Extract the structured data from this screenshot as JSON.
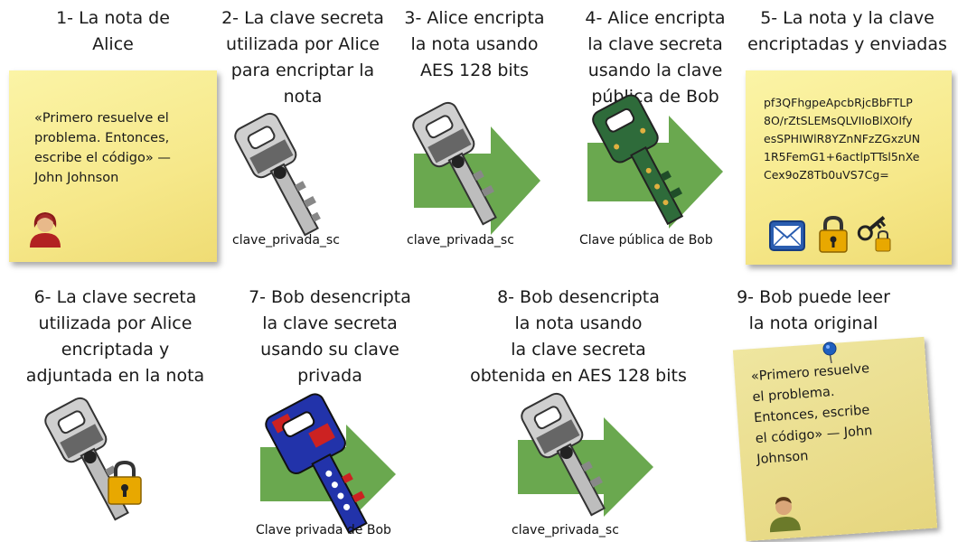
{
  "steps": [
    {
      "title_lines": [
        "1- La nota de",
        "Alice"
      ]
    },
    {
      "title_lines": [
        "2- La clave secreta",
        "utilizada por Alice",
        "para encriptar la",
        "nota"
      ],
      "caption": "clave_privada_sc"
    },
    {
      "title_lines": [
        "3- Alice encripta",
        "la nota usando",
        "AES 128 bits"
      ],
      "caption": "clave_privada_sc"
    },
    {
      "title_lines": [
        "4- Alice encripta",
        "la clave secreta",
        "usando la clave",
        "pública de Bob"
      ],
      "caption": "Clave pública de Bob"
    },
    {
      "title_lines": [
        "5- La nota y la clave",
        "encriptadas y enviadas"
      ]
    },
    {
      "title_lines": [
        "6- La clave secreta",
        "utilizada por Alice",
        "encriptada  y",
        "adjuntada en la nota"
      ]
    },
    {
      "title_lines": [
        "7- Bob desencripta",
        "la clave secreta",
        "usando su clave",
        "privada"
      ],
      "caption": "Clave privada de Bob"
    },
    {
      "title_lines": [
        "8- Bob desencripta",
        "la nota usando",
        "la clave secreta",
        "obtenida en AES 128 bits"
      ],
      "caption": "clave_privada_sc"
    },
    {
      "title_lines": [
        "9- Bob puede leer",
        "la nota original"
      ]
    }
  ],
  "alice_note": {
    "lines": [
      "«Primero resuelve el",
      "problema. Entonces,",
      "escribe el código» —",
      "John Johnson"
    ]
  },
  "cipher_note": {
    "lines": [
      "pf3QFhgpeApcbRjcBbFTLP",
      "8O/rZtSLEMsQLVIIoBlXOIfy",
      "esSPHIWlR8YZnNFzZGxzUN",
      "1R5FemG1+6actlpTTsl5nXe",
      "Cex9oZ8Tb0uVS7Cg="
    ]
  },
  "bob_note": {
    "lines": [
      "«Primero resuelve",
      "el problema.",
      "Entonces, escribe",
      "el código» — John",
      "Johnson"
    ]
  },
  "colors": {
    "note": "#f6e88a",
    "arrow": "#6aa84f",
    "lock": "#e8a800",
    "envelope": "#2a5db0"
  }
}
